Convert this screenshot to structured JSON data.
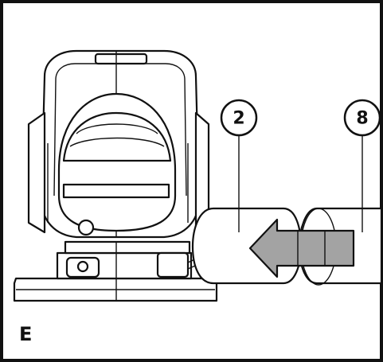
{
  "panel": {
    "letter": "E"
  },
  "callouts": [
    {
      "id": "2",
      "label": "2"
    },
    {
      "id": "8",
      "label": "8"
    }
  ],
  "colors": {
    "ink": "#111111",
    "arrow_fill": "#a3a3a3",
    "background": "#ffffff"
  }
}
